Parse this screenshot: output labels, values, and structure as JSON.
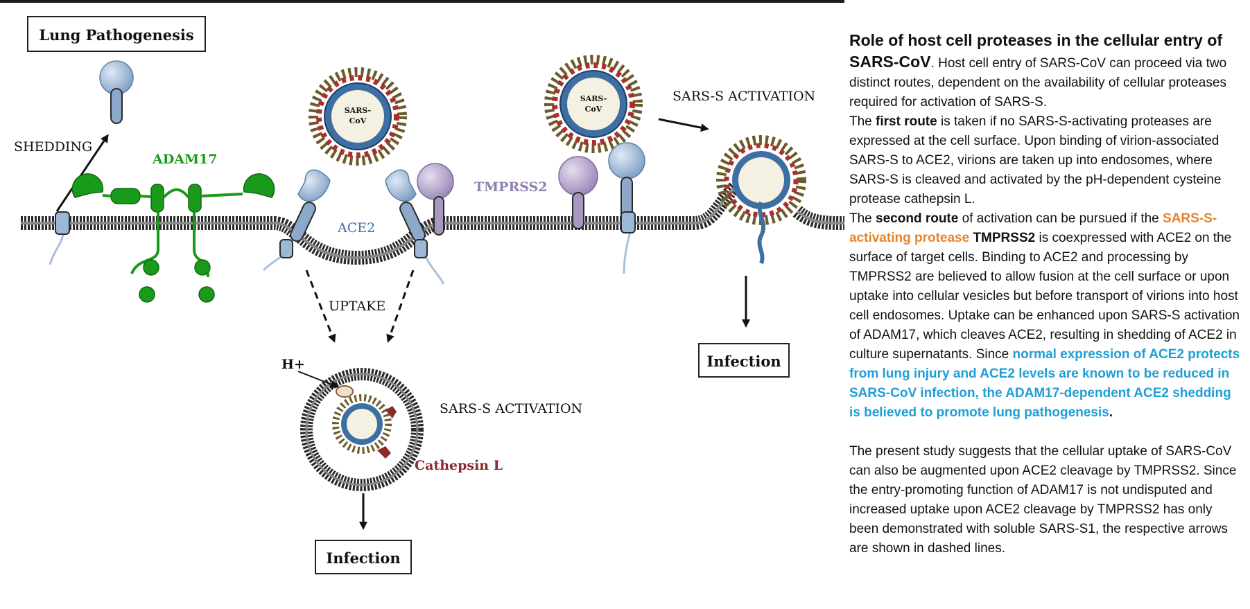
{
  "diagram": {
    "title": "Lung Pathogenesis",
    "shedding": "SHEDDING",
    "adam17": "ADAM17",
    "ace2": "ACE2",
    "tmprss2": "TMPRSS2",
    "virus_label_line1": "SARS-",
    "virus_label_line2": "CoV",
    "uptake": "UPTAKE",
    "activation_top": "SARS-S ACTIVATION",
    "activation_bottom": "SARS-S ACTIVATION",
    "hplus": "H+",
    "cathepsin": "Cathepsin L",
    "infection_left": "Infection",
    "infection_right": "Infection",
    "colors": {
      "adam17": "#1a9a1a",
      "ace2": "#9bb8d8",
      "tmprss2": "#a898c0",
      "cathepsin": "#8b2a2a",
      "membrane": "#2a2a2a"
    }
  },
  "caption": {
    "title": "Role of host cell proteases in the cellular entry of SARS-CoV",
    "intro": ". Host cell entry of SARS-CoV can proceed via two distinct routes, dependent on the availability of cellular proteases required for activation of SARS-S.",
    "p2_pre": "The ",
    "p2_bold": "first route",
    "p2_post": " is taken if no SARS-S-activating proteases are expressed at the cell surface. Upon binding of virion-associated SARS-S to ACE2, virions are taken up into endosomes, where SARS-S is cleaved and activated by the pH-dependent cysteine protease cathepsin L.",
    "p3_pre": "The ",
    "p3_bold": "second route",
    "p3_mid": " of activation can be pursued if the ",
    "p3_orange": "SARS-S-activating protease",
    "p3_bold2": " TMPRSS2",
    "p3_post": " is coexpressed with ACE2 on the surface of target cells. Binding to ACE2 and processing by TMPRSS2 are believed to allow fusion at the cell surface or upon uptake into cellular vesicles but before transport of virions into host cell endosomes. Uptake can be enhanced upon SARS-S activation of ADAM17, which cleaves ACE2, resulting in shedding of ACE2 in culture supernatants. Since ",
    "p3_blue": "normal expression of ACE2 protects from lung injury and ACE2 levels are known to be reduced in SARS-CoV infection, the ADAM17-dependent ACE2 shedding is believed to promote lung pathogenesis",
    "p3_end": ".",
    "p4": "The present study suggests that the cellular uptake of SARS-CoV can also be augmented upon ACE2 cleavage by TMPRSS2. Since the entry-promoting function of ADAM17 is not undisputed and increased uptake upon ACE2 cleavage by TMPRSS2 has only been demonstrated with soluble SARS-S1, the respective arrows are shown in dashed lines."
  }
}
